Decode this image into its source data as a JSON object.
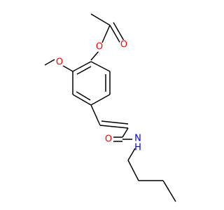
{
  "molecule": {
    "atoms": {
      "carbonyl_o_acetyl": {
        "symbol": "O"
      },
      "ester_o": {
        "symbol": "O"
      },
      "methoxy_o": {
        "symbol": "O"
      },
      "amide_o": {
        "symbol": "O"
      },
      "amide_n": {
        "symbol": "N"
      },
      "amide_h": {
        "symbol": "H"
      }
    },
    "colors": {
      "bond": "#000000",
      "oxygen": "#ff0000",
      "nitrogen": "#0000ff"
    }
  }
}
